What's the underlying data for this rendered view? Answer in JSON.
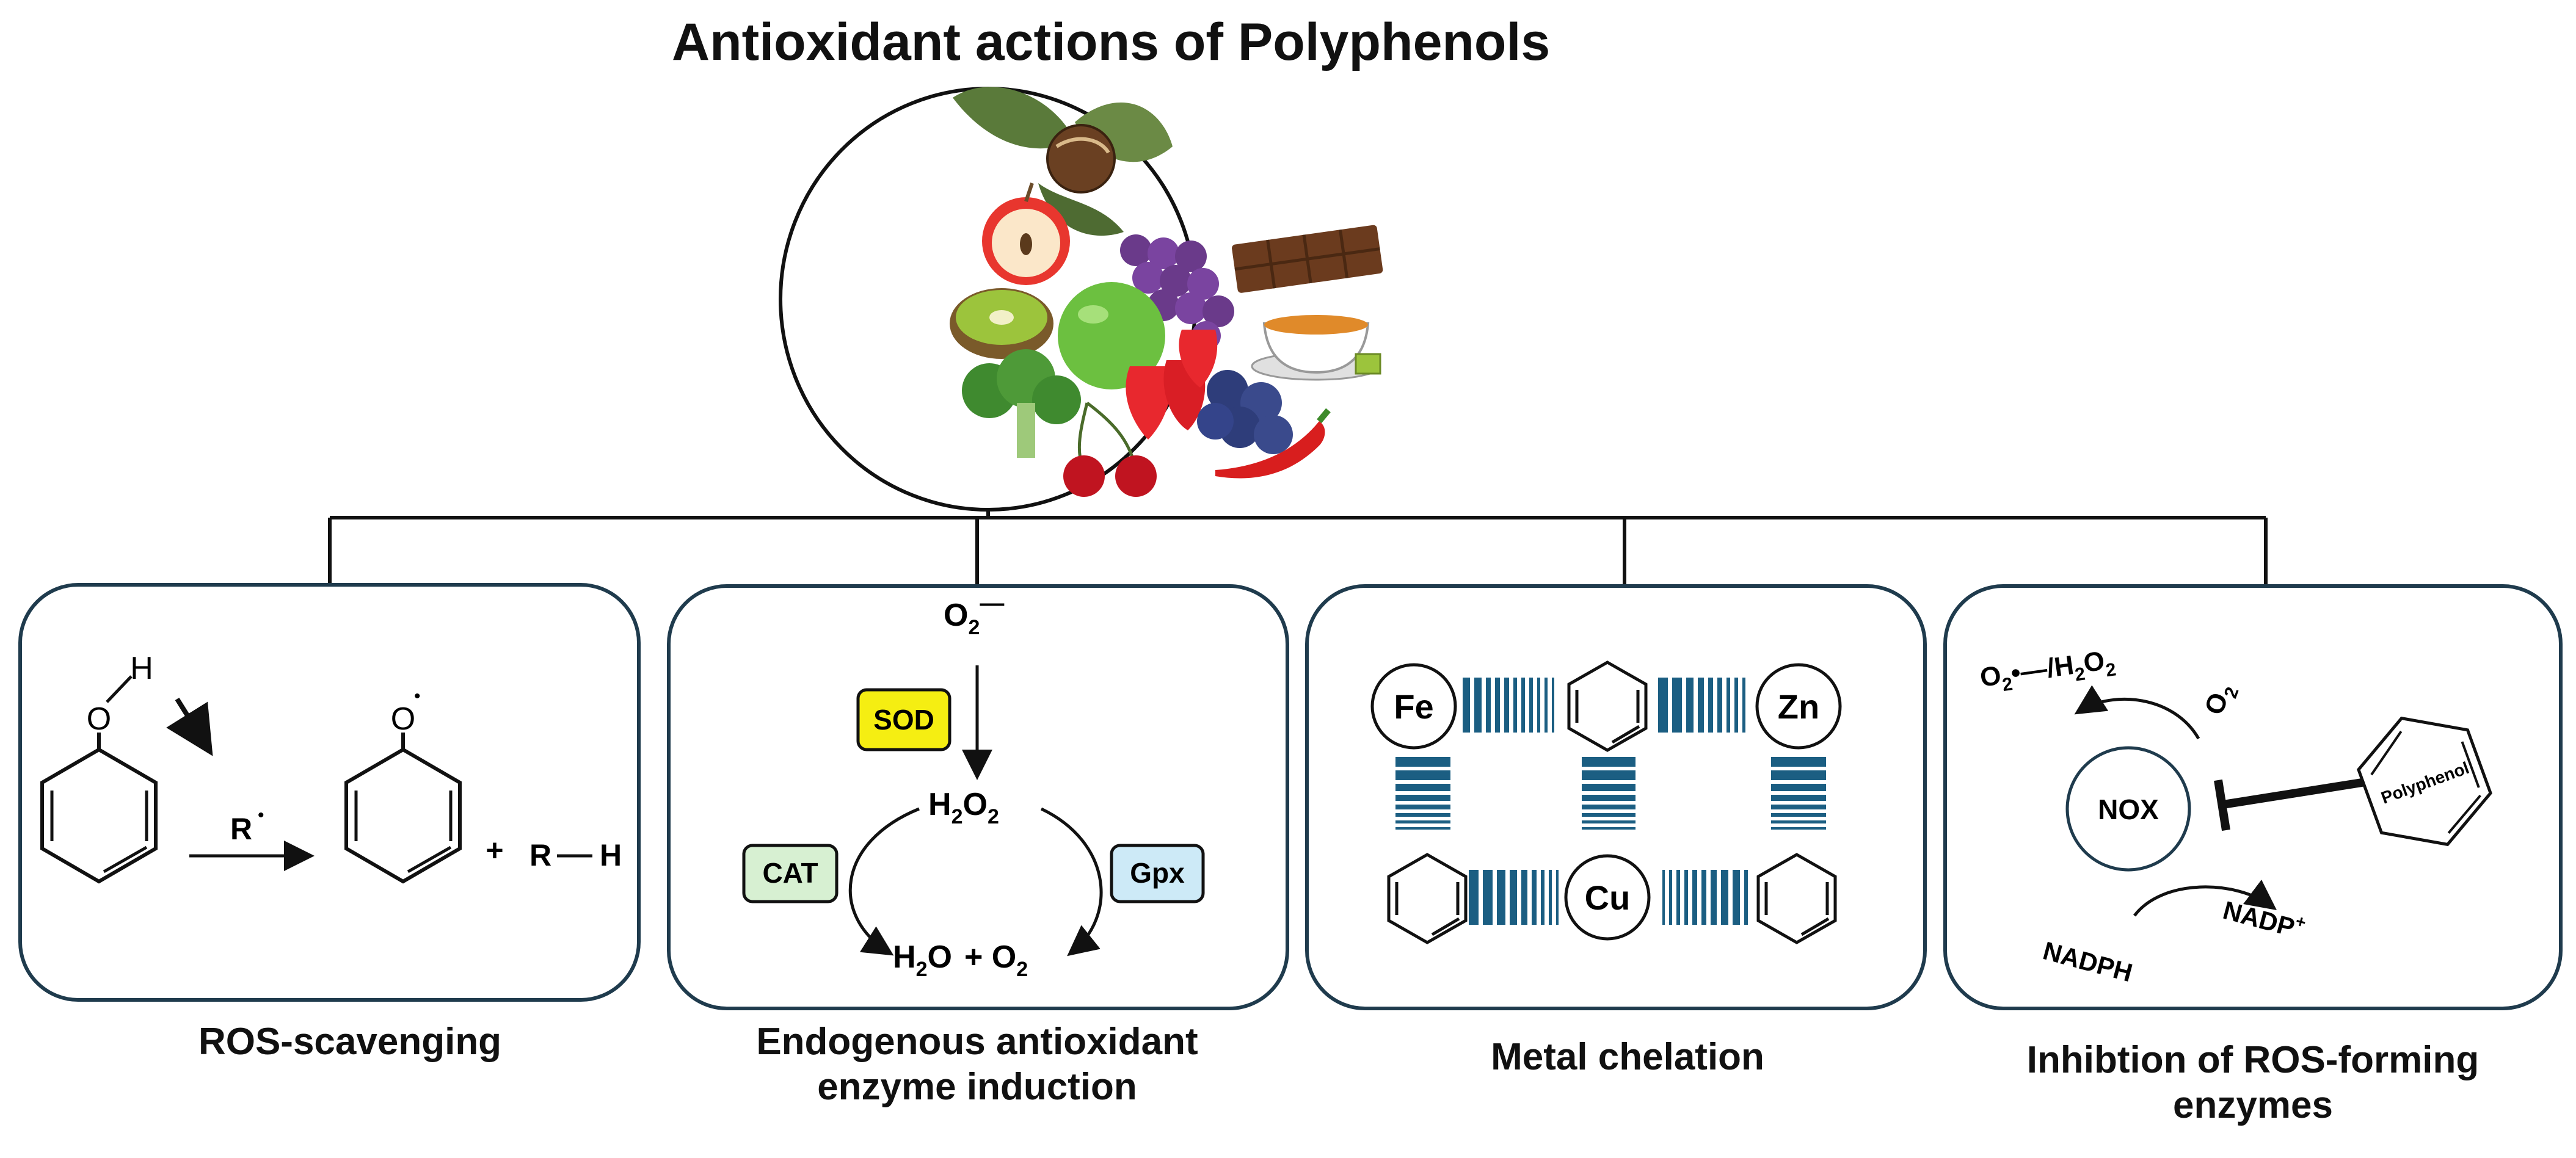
{
  "title": "Antioxidant actions of Polyphenols",
  "panels": {
    "ros_scavenging": {
      "caption": "ROS-scavenging",
      "o_label": "O",
      "h_label": "H",
      "radical_label": "R",
      "radical_dot": "•",
      "plus": "+",
      "product_r": "R",
      "product_h": "H"
    },
    "enzyme_induction": {
      "caption_line1": "Endogenous antioxidant",
      "caption_line2": "enzyme induction",
      "superoxide": "O",
      "superoxide_sub": "2",
      "superoxide_sup": "—",
      "sod": "SOD",
      "h2o2_h": "H",
      "h2o2_sub1": "2",
      "h2o2_o": "O",
      "h2o2_sub2": "2",
      "cat": "CAT",
      "gpx": "Gpx",
      "water_h": "H",
      "water_sub": "2",
      "water_o": "O",
      "plus_o": "+ O",
      "oxygen_sub": "2"
    },
    "metal_chelation": {
      "caption": "Metal chelation",
      "fe": "Fe",
      "zn": "Zn",
      "cu": "Cu"
    },
    "ros_enzyme_inhibition": {
      "caption_line1": "Inhibtion of ROS-forming",
      "caption_line2": "enzymes",
      "ros_label_o": "O",
      "ros_label_sub": "2",
      "ros_label_rest": "•—/H",
      "ros_label_sub2": "2",
      "ros_label_o2": "O",
      "ros_label_sub3": "2",
      "o2_label": "O",
      "o2_sub": "2",
      "nox": "NOX",
      "polyphenol": "Polyphenol",
      "nadph": "NADPH",
      "nadp": "NADP",
      "nadp_sup": "+"
    }
  },
  "colors": {
    "panel_border": "#1f3b4d",
    "bond_blue": "#1b5e82",
    "sod_fill": "#f5ee12",
    "cat_fill": "#d7f0d2",
    "gpx_fill": "#cdeaf7"
  }
}
